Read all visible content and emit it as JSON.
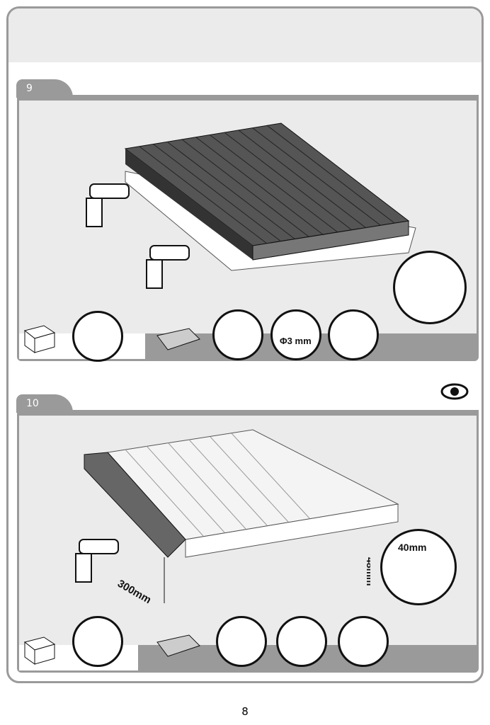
{
  "steps": [
    {
      "number": "9",
      "drill_bit_label": "Φ3 mm",
      "tools": [
        "box-icon",
        "screw-icon",
        "clip-icon",
        "screwdriver-bit-icon",
        "drill-bit-icon",
        "drill-icon"
      ]
    },
    {
      "number": "10",
      "dimensions": {
        "spacing": "300mm",
        "width": "40mm",
        "height": "48mm"
      },
      "tools": [
        "box-icon",
        "screw-icon",
        "clip-icon",
        "screwdriver-bit-icon",
        "drill-icon",
        "edge-trim-icon"
      ]
    }
  ],
  "page_number": "8"
}
